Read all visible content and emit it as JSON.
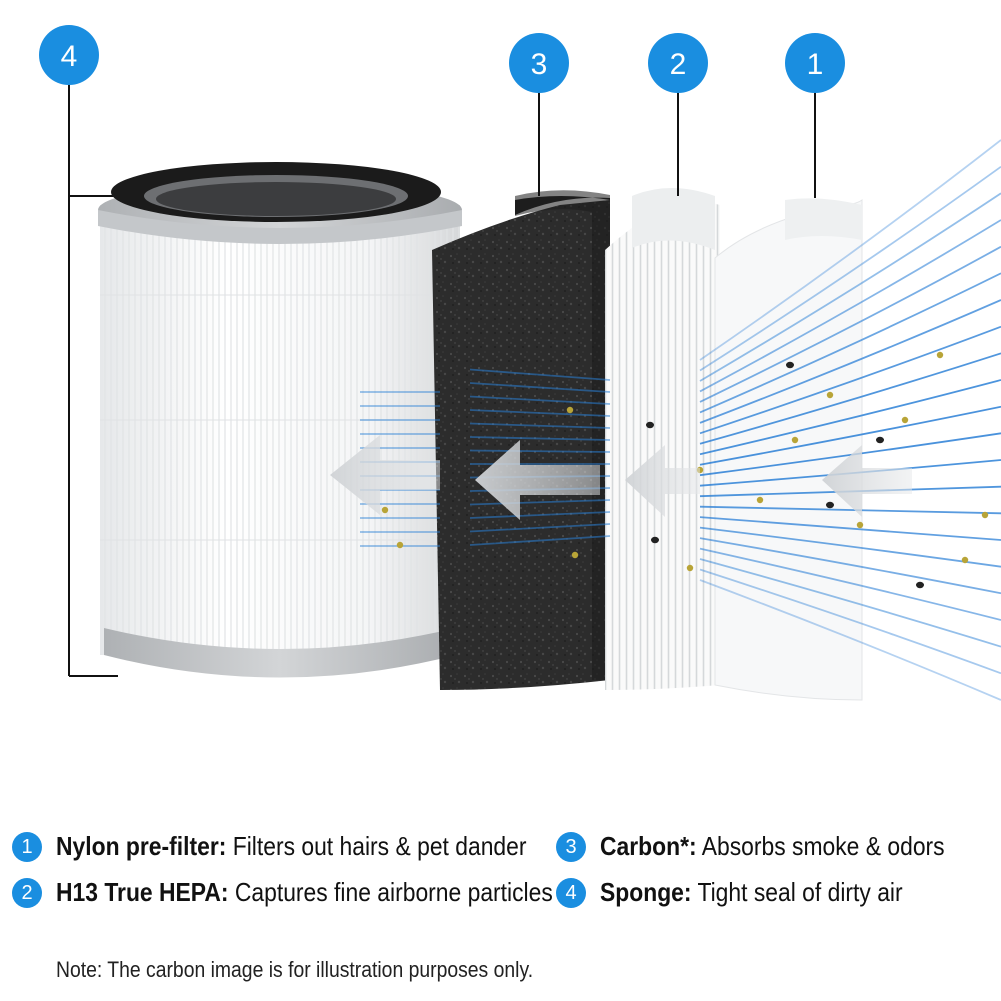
{
  "callouts": {
    "c1": "1",
    "c2": "2",
    "c3": "3",
    "c4": "4"
  },
  "legend": [
    {
      "num": "1",
      "term": "Nylon pre-filter",
      "desc": " Filters out hairs & pet dander"
    },
    {
      "num": "2",
      "term": "H13 True HEPA",
      "desc": " Captures fine airborne particles"
    },
    {
      "num": "3",
      "term": "Carbon*",
      "desc": " Absorbs smoke & odors"
    },
    {
      "num": "4",
      "term": "Sponge",
      "desc": " Tight seal of dirty air"
    }
  ],
  "note": "Note: The carbon image is for illustration purposes only.",
  "colors": {
    "accent": "#1a8ee0",
    "air_line": "#2a7fd6",
    "carbon": "#2b2b2b",
    "frame": "#b9bcbf"
  }
}
